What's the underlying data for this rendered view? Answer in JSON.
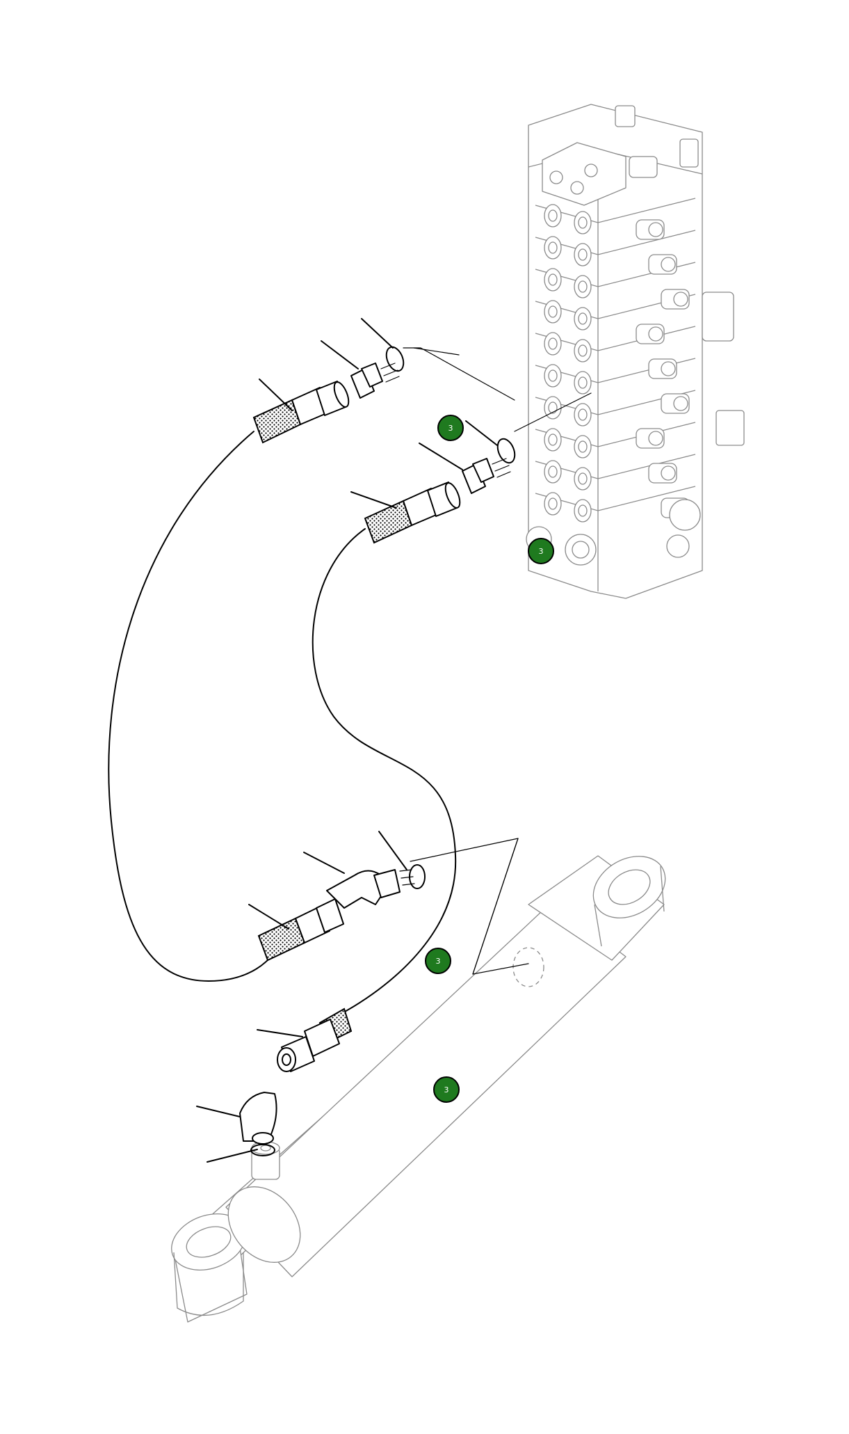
{
  "callouts": [
    {
      "label": "3",
      "color": "#1f7a1f"
    },
    {
      "label": "3",
      "color": "#1f7a1f"
    },
    {
      "label": "3",
      "color": "#1f7a1f"
    },
    {
      "label": "3",
      "color": "#1f7a1f"
    }
  ]
}
